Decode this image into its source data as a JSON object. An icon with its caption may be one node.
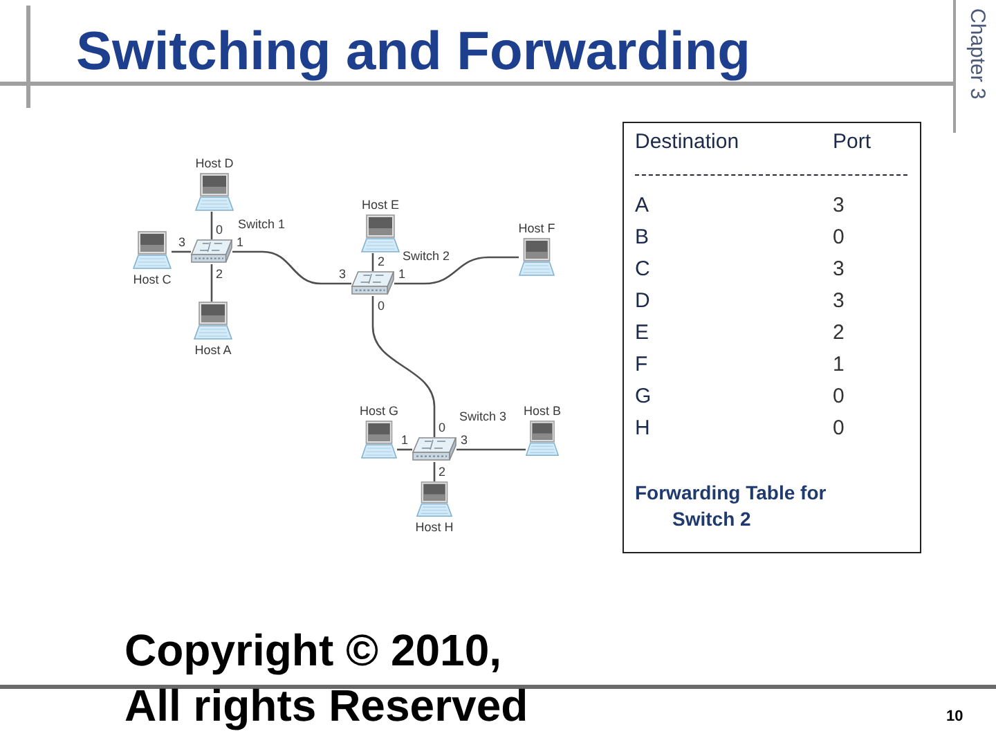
{
  "diagram": {
    "title": "Switching and Forwarding",
    "nodes": [
      {
        "text": [
          "Host D"
        ]
      },
      {
        "text": [
          "Switch 1"
        ],
        "beside": [
          "0",
          "3",
          "1",
          "2"
        ]
      },
      {
        "text": [
          "Host E"
        ]
      },
      {
        "text": [
          "Host F"
        ]
      },
      {
        "text": [
          "Host C"
        ]
      },
      {
        "text": [
          "Switch 2"
        ],
        "beside": [
          "2",
          "3",
          "1",
          "0"
        ]
      },
      {
        "text": [
          "Host A"
        ]
      },
      {
        "text": [
          "Host G"
        ]
      },
      {
        "text": [
          "Switch 3"
        ],
        "beside": [
          "0",
          "1",
          "3",
          "2"
        ]
      },
      {
        "text": [
          "Host B"
        ]
      },
      {
        "text": [
          "Host H"
        ]
      }
    ],
    "edges": [
      {
        "from": 0,
        "to": 1,
        "arrow": "none"
      },
      {
        "from": 4,
        "to": 1,
        "arrow": "none"
      },
      {
        "from": 1,
        "to": 5,
        "arrow": "none"
      },
      {
        "from": 2,
        "to": 5,
        "arrow": "none"
      },
      {
        "from": 5,
        "to": 3,
        "arrow": "none"
      },
      {
        "from": 1,
        "to": 6,
        "arrow": "none"
      },
      {
        "from": 5,
        "to": 8,
        "arrow": "none"
      },
      {
        "from": 7,
        "to": 8,
        "arrow": "none"
      },
      {
        "from": 8,
        "to": 9,
        "arrow": "none"
      },
      {
        "from": 8,
        "to": 10,
        "arrow": "none"
      }
    ],
    "labels": [
      "Chapter 3",
      "Destination",
      "Port",
      "A",
      "3",
      "B",
      "0",
      "C",
      "3",
      "D",
      "3",
      "E",
      "2",
      "F",
      "1",
      "G",
      "0",
      "H",
      "0",
      "Forwarding Table for Switch 2",
      "Copyright © 2010, All rights Reserved",
      "10"
    ]
  }
}
